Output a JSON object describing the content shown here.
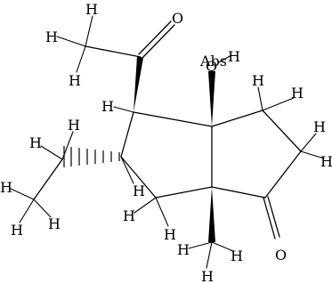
{
  "molecule": {
    "atoms": {
      "h": "H",
      "o": "O",
      "oh": "Abs"
    }
  }
}
